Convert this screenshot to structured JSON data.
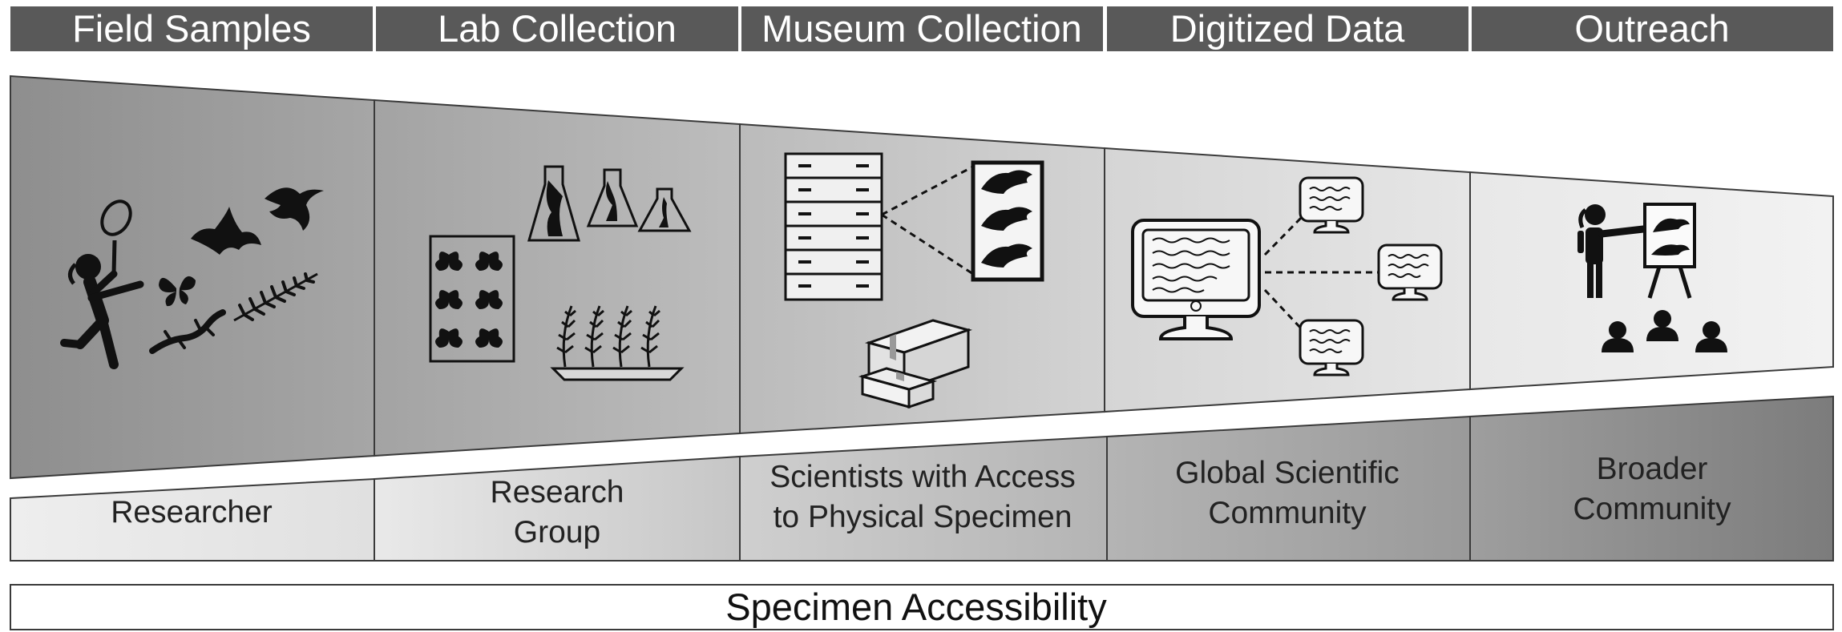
{
  "stages": [
    {
      "label": "Field Samples"
    },
    {
      "label": "Lab Collection"
    },
    {
      "label": "Museum Collection"
    },
    {
      "label": "Digitized Data"
    },
    {
      "label": "Outreach"
    }
  ],
  "audiences": [
    {
      "line1": "Researcher",
      "line2": ""
    },
    {
      "line1": "Research",
      "line2": "Group"
    },
    {
      "line1": "Scientists with Access",
      "line2": "to Physical Specimen"
    },
    {
      "line1": "Global Scientific",
      "line2": "Community"
    },
    {
      "line1": "Broader",
      "line2": "Community"
    }
  ],
  "footer": {
    "label": "Specimen Accessibility"
  },
  "icons": [
    "field-collector-icon",
    "bird-icon",
    "bat-icon",
    "butterfly-icon",
    "lizard-icon",
    "fern-icon",
    "specimen-jar-icon",
    "pinned-butterflies-icon",
    "fern-tray-icon",
    "specimen-cabinet-icon",
    "bird-specimen-drawer-icon",
    "storage-box-icon",
    "computer-monitor-icon",
    "networked-monitor-icon",
    "presenter-icon",
    "easel-icon",
    "audience-icon"
  ]
}
